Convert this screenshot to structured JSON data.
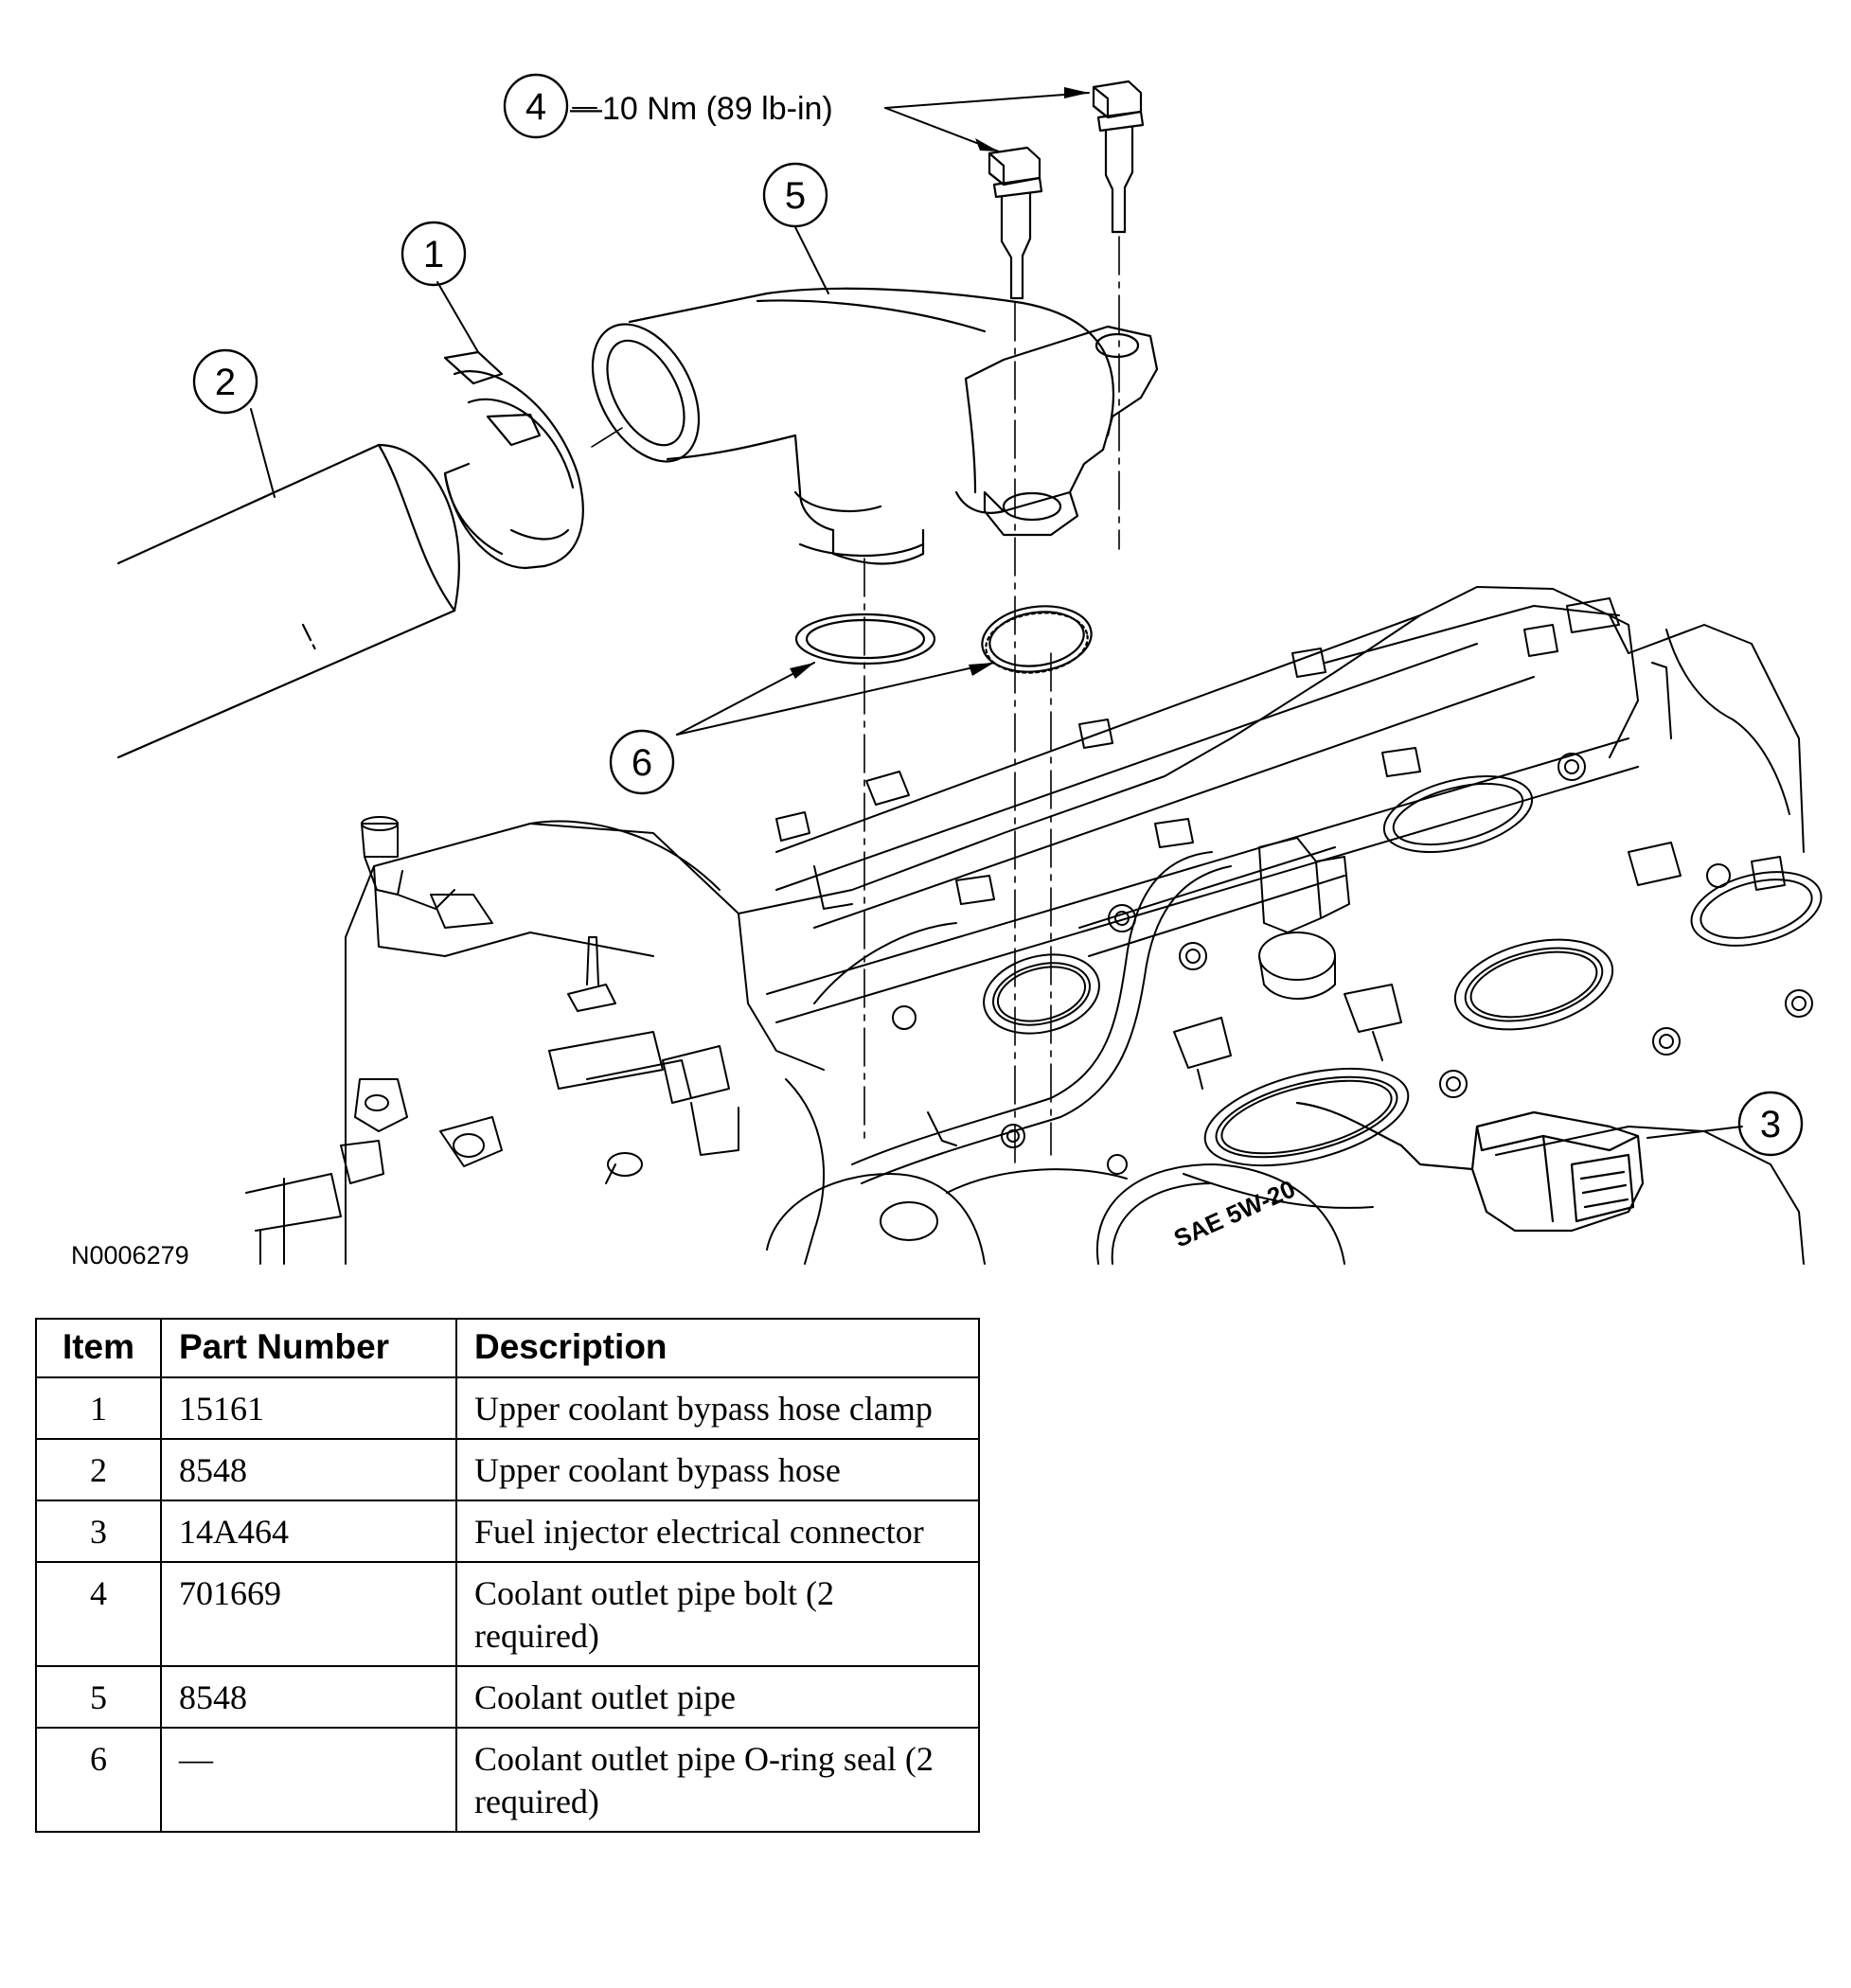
{
  "figure": {
    "id": "N0006279",
    "torque_spec": "—10 Nm (89 lb-in)",
    "callouts": [
      "1",
      "2",
      "3",
      "4",
      "5",
      "6"
    ],
    "engine_cap_text": "SAE 5W-20"
  },
  "table": {
    "headers": {
      "item": "Item",
      "part_number": "Part Number",
      "description": "Description"
    },
    "rows": [
      {
        "item": "1",
        "part_number": "15161",
        "description": "Upper coolant bypass hose clamp"
      },
      {
        "item": "2",
        "part_number": "8548",
        "description": "Upper coolant bypass hose"
      },
      {
        "item": "3",
        "part_number": "14A464",
        "description": "Fuel injector electrical connector"
      },
      {
        "item": "4",
        "part_number": "701669",
        "description": "Coolant outlet pipe bolt (2 required)"
      },
      {
        "item": "5",
        "part_number": "8548",
        "description": "Coolant outlet pipe"
      },
      {
        "item": "6",
        "part_number": "—",
        "description": "Coolant outlet pipe O-ring seal (2 required)"
      }
    ]
  }
}
